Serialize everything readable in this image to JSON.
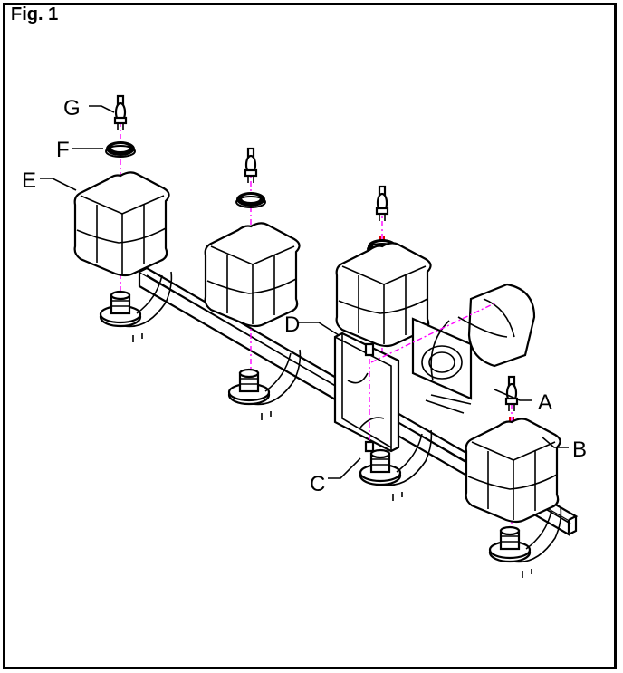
{
  "figure": {
    "title": "Fig. 1"
  },
  "labels": {
    "a": "A",
    "b": "B",
    "c": "C",
    "d": "D",
    "e": "E",
    "f": "F",
    "g": "G"
  },
  "colors": {
    "line": "#000000",
    "axis": "#ff00ff",
    "highlight": "#e00000"
  }
}
